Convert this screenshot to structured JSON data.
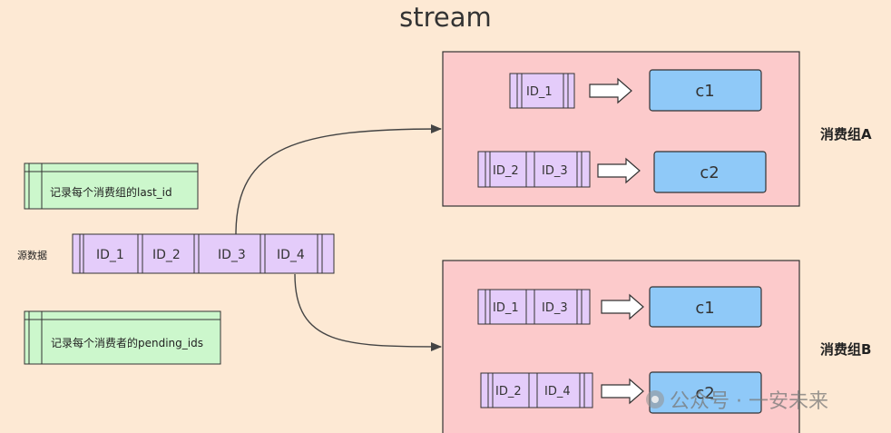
{
  "title": "stream",
  "source_label": "源数据",
  "notes": {
    "last_id": "记录每个消费组的last_id",
    "pending_ids": "记录每个消费者的pending_ids"
  },
  "source_ids": [
    "ID_1",
    "ID_2",
    "ID_3",
    "ID_4"
  ],
  "groups": [
    {
      "label": "消费组A",
      "consumers": [
        {
          "name": "c1",
          "ids": [
            "ID_1"
          ]
        },
        {
          "name": "c2",
          "ids": [
            "ID_2",
            "ID_3"
          ]
        }
      ]
    },
    {
      "label": "消费组B",
      "consumers": [
        {
          "name": "c1",
          "ids": [
            "ID_1",
            "ID_3"
          ]
        },
        {
          "name": "c2",
          "ids": [
            "ID_2",
            "ID_4"
          ]
        }
      ]
    }
  ],
  "watermark": "公众号 · 一安未来",
  "colors": {
    "background": "#fde9d4",
    "group_fill": "#fccacb",
    "id_fill": "#e4ccfa",
    "consumer_fill": "#8fc9f8",
    "note_fill": "#ccf7cc"
  }
}
